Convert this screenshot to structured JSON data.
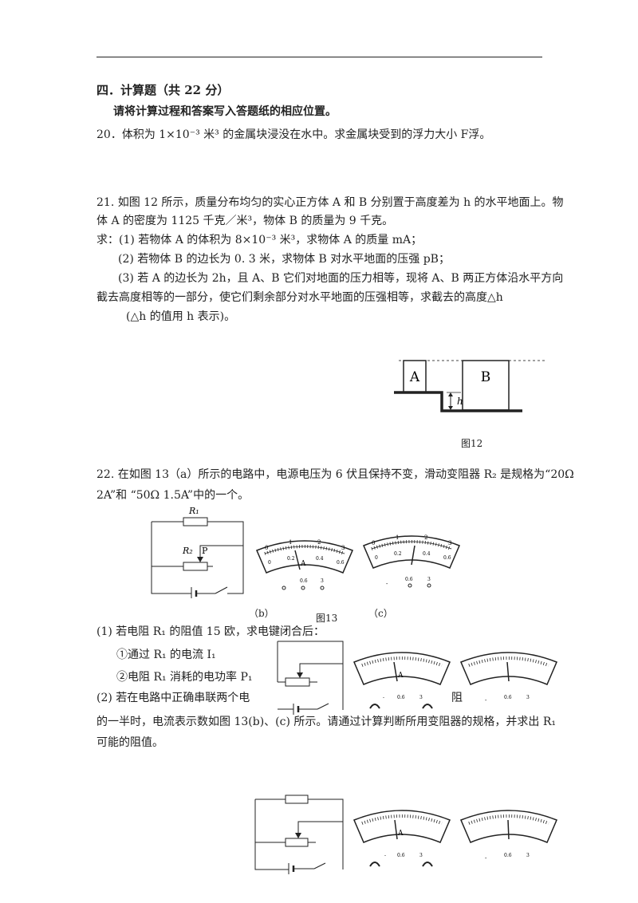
{
  "section": {
    "title": "四．计算题（共 22 分）",
    "instruction": "请将计算过程和答案写入答题纸的相应位置。"
  },
  "q20": {
    "text": "20．体积为 1×10⁻³ 米³ 的金属块浸没在水中。求金属块受到的浮力大小 F浮。"
  },
  "q21": {
    "line1": "21. 如图 12 所示，质量分布均匀的实心正方体 A 和 B 分别置于高度差为 h 的水平地面上。物",
    "line2": "体 A 的密度为 1125 千克／米³，物体 B 的质量为 9 千克。",
    "line3": "求：(1) 若物体 A 的体积为 8×10⁻³ 米³，求物体 A 的质量 mA；",
    "line4": "(2) 若物体 B 的边长为 0. 3 米，求物体 B 对水平地面的压强 pB；",
    "line5": "(3) 若 A 的边长为 2h，且 A、B 它们对地面的压力相等，现将 A、B 两正方体沿水平方向",
    "line6": "截去高度相等的一部分，使它们剩余部分对水平地面的压强相等，求截去的高度△h",
    "line7": "(△h 的值用 h 表示)。",
    "figure": {
      "block_a": "A",
      "block_b": "B",
      "h_label": "h",
      "caption": "图12"
    }
  },
  "q22": {
    "line1": "22. 在如图 13（a）所示的电路中，电源电压为 6 伏且保持不变，滑动变阻器 R₂ 是规格为“20Ω",
    "line2": "2A”和 “50Ω 1.5A”中的一个。",
    "sub1": "(1) 若电阻 R₁ 的阻值 15 欧，求电键闭合后：",
    "sub1a": "①通过 R₁ 的电流 I₁",
    "sub1b": "②电阻 R₁ 消耗的电功率 P₁",
    "sub2_left": "(2) 若在电路中正确串联两个电",
    "sub2_right": "阻",
    "line_cont": "的一半时，电流表示数如图 13(b)、(c) 所示。请通过计算判断所用变阻器的规格，并求出 R₁",
    "line_last": "可能的阻值。",
    "figure": {
      "r1_label": "R₁",
      "r2_label": "R₂",
      "p_label": "P",
      "ammeter_unit": "A",
      "scale_top": [
        "0",
        "1",
        "2",
        "3"
      ],
      "scale_bottom": [
        "0",
        "0.2",
        "0.4",
        "0.6"
      ],
      "terminals": [
        "-",
        "0.6",
        "3"
      ],
      "label_b": "（b）",
      "label_c": "（c）",
      "caption": "图13"
    }
  }
}
